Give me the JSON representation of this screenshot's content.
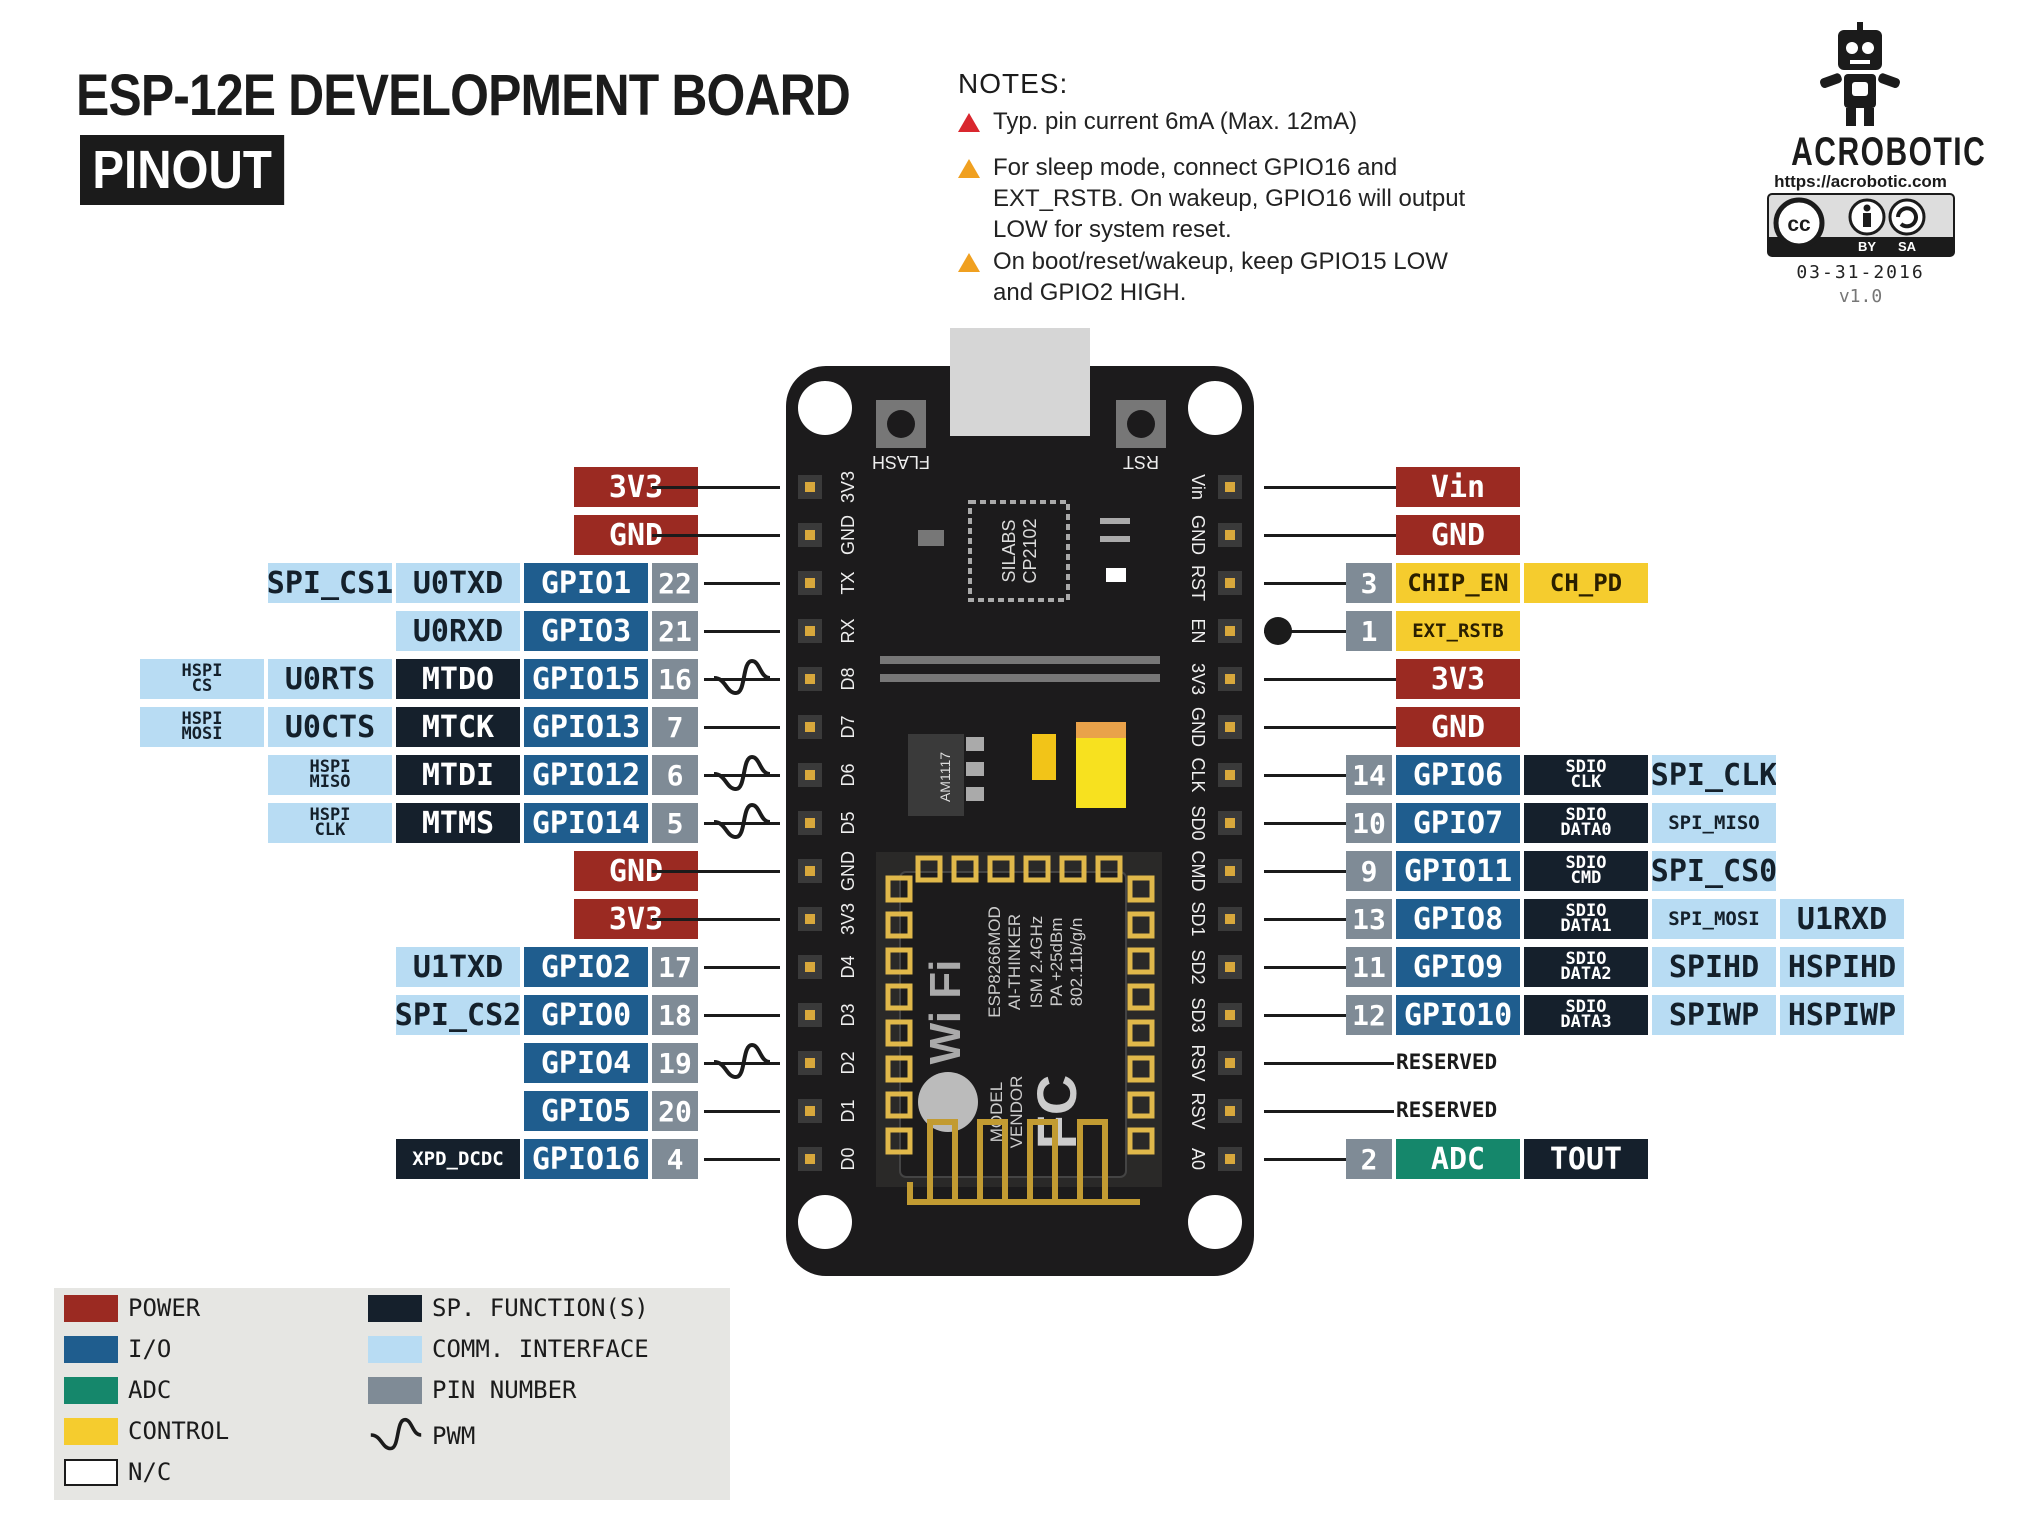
{
  "header": {
    "title": "ESP-12E DEVELOPMENT BOARD",
    "subtitle": "PINOUT"
  },
  "notes": {
    "heading": "NOTES:",
    "items": [
      "Typ. pin current 6mA (Max. 12mA)",
      "For sleep mode, connect GPIO16 and EXT_RSTB. On wakeup, GPIO16 will output LOW for system reset.",
      "On boot/reset/wakeup, keep GPIO15 LOW and GPIO2 HIGH."
    ],
    "colors": [
      "#d9272e",
      "#f0a020",
      "#f0a020"
    ]
  },
  "brand": {
    "name": "ACROBOTIC",
    "url": "https://acrobotic.com",
    "cc": "cc",
    "by": "BY",
    "sa": "SA",
    "date": "03-31-2016",
    "version": "v1.0"
  },
  "board": {
    "buttons": [
      "FLASH",
      "RST"
    ],
    "chip": [
      "SILABS",
      "CP2102"
    ],
    "regulator": "AM1117",
    "module": [
      "MODEL",
      "VENDOR",
      "ESP8266MOD",
      "AI-THINKER",
      "ISM 2.4GHz",
      "PA +25dBm",
      "802.11b/g/n"
    ],
    "wifi": "Wi Fi",
    "fcc": "FC",
    "left_silk": [
      "3V3",
      "GND",
      "TX",
      "RX",
      "D8",
      "D7",
      "D6",
      "D5",
      "GND",
      "3V3",
      "D4",
      "D3",
      "D2",
      "D1",
      "D0"
    ],
    "right_silk": [
      "Vin",
      "GND",
      "RST",
      "EN",
      "3V3",
      "GND",
      "CLK",
      "SD0",
      "CMD",
      "SD1",
      "SD2",
      "SD3",
      "RSV",
      "RSV",
      "A0"
    ]
  },
  "left_rows": [
    {
      "labels": [
        {
          "t": "3V3",
          "c": "power"
        }
      ]
    },
    {
      "labels": [
        {
          "t": "GND",
          "c": "power"
        }
      ]
    },
    {
      "labels": [
        {
          "t": "SPI_CS1",
          "c": "comm"
        },
        {
          "t": "U0TXD",
          "c": "comm"
        },
        {
          "t": "GPIO1",
          "c": "io"
        },
        {
          "t": "22",
          "c": "pin"
        }
      ]
    },
    {
      "labels": [
        {
          "t": "U0RXD",
          "c": "comm"
        },
        {
          "t": "GPIO3",
          "c": "io"
        },
        {
          "t": "21",
          "c": "pin"
        }
      ]
    },
    {
      "pwm": true,
      "labels": [
        {
          "t": "HSPI CS",
          "c": "comm"
        },
        {
          "t": "U0RTS",
          "c": "comm"
        },
        {
          "t": "MTDO",
          "c": "sp"
        },
        {
          "t": "GPIO15",
          "c": "io"
        },
        {
          "t": "16",
          "c": "pin"
        }
      ]
    },
    {
      "labels": [
        {
          "t": "HSPI MOSI",
          "c": "comm"
        },
        {
          "t": "U0CTS",
          "c": "comm"
        },
        {
          "t": "MTCK",
          "c": "sp"
        },
        {
          "t": "GPIO13",
          "c": "io"
        },
        {
          "t": "7",
          "c": "pin"
        }
      ]
    },
    {
      "pwm": true,
      "labels": [
        {
          "t": "HSPI MISO",
          "c": "comm"
        },
        {
          "t": "MTDI",
          "c": "sp"
        },
        {
          "t": "GPIO12",
          "c": "io"
        },
        {
          "t": "6",
          "c": "pin"
        }
      ]
    },
    {
      "pwm": true,
      "labels": [
        {
          "t": "HSPI CLK",
          "c": "comm"
        },
        {
          "t": "MTMS",
          "c": "sp"
        },
        {
          "t": "GPIO14",
          "c": "io"
        },
        {
          "t": "5",
          "c": "pin"
        }
      ]
    },
    {
      "labels": [
        {
          "t": "GND",
          "c": "power"
        }
      ]
    },
    {
      "labels": [
        {
          "t": "3V3",
          "c": "power"
        }
      ]
    },
    {
      "labels": [
        {
          "t": "U1TXD",
          "c": "comm"
        },
        {
          "t": "GPIO2",
          "c": "io"
        },
        {
          "t": "17",
          "c": "pin"
        }
      ]
    },
    {
      "labels": [
        {
          "t": "SPI_CS2",
          "c": "comm"
        },
        {
          "t": "GPIO0",
          "c": "io"
        },
        {
          "t": "18",
          "c": "pin"
        }
      ]
    },
    {
      "pwm": true,
      "labels": [
        {
          "t": "GPIO4",
          "c": "io"
        },
        {
          "t": "19",
          "c": "pin"
        }
      ]
    },
    {
      "labels": [
        {
          "t": "GPIO5",
          "c": "io"
        },
        {
          "t": "20",
          "c": "pin"
        }
      ]
    },
    {
      "labels": [
        {
          "t": "XPD_DCDC",
          "c": "sp"
        },
        {
          "t": "GPIO16",
          "c": "io"
        },
        {
          "t": "4",
          "c": "pin"
        }
      ]
    }
  ],
  "right_rows": [
    {
      "labels": [
        {
          "t": "Vin",
          "c": "power"
        }
      ]
    },
    {
      "labels": [
        {
          "t": "GND",
          "c": "power"
        }
      ]
    },
    {
      "labels": [
        {
          "t": "3",
          "c": "pin"
        },
        {
          "t": "CHIP_EN",
          "c": "ctrl"
        },
        {
          "t": "CH_PD",
          "c": "ctrl"
        }
      ]
    },
    {
      "dot": true,
      "labels": [
        {
          "t": "1",
          "c": "pin"
        },
        {
          "t": "EXT_RSTB",
          "c": "ctrl"
        }
      ]
    },
    {
      "labels": [
        {
          "t": "3V3",
          "c": "power"
        }
      ]
    },
    {
      "labels": [
        {
          "t": "GND",
          "c": "power"
        }
      ]
    },
    {
      "labels": [
        {
          "t": "14",
          "c": "pin"
        },
        {
          "t": "GPIO6",
          "c": "io"
        },
        {
          "t": "SDIO CLK",
          "c": "sp"
        },
        {
          "t": "SPI_CLK",
          "c": "comm"
        }
      ]
    },
    {
      "labels": [
        {
          "t": "10",
          "c": "pin"
        },
        {
          "t": "GPIO7",
          "c": "io"
        },
        {
          "t": "SDIO DATA0",
          "c": "sp"
        },
        {
          "t": "SPI_MISO",
          "c": "comm"
        }
      ]
    },
    {
      "labels": [
        {
          "t": "9",
          "c": "pin"
        },
        {
          "t": "GPIO11",
          "c": "io"
        },
        {
          "t": "SDIO CMD",
          "c": "sp"
        },
        {
          "t": "SPI_CS0",
          "c": "comm"
        }
      ]
    },
    {
      "labels": [
        {
          "t": "13",
          "c": "pin"
        },
        {
          "t": "GPIO8",
          "c": "io"
        },
        {
          "t": "SDIO DATA1",
          "c": "sp"
        },
        {
          "t": "SPI_MOSI",
          "c": "comm"
        },
        {
          "t": "U1RXD",
          "c": "comm"
        }
      ]
    },
    {
      "labels": [
        {
          "t": "11",
          "c": "pin"
        },
        {
          "t": "GPIO9",
          "c": "io"
        },
        {
          "t": "SDIO DATA2",
          "c": "sp"
        },
        {
          "t": "SPIHD",
          "c": "comm"
        },
        {
          "t": "HSPIHD",
          "c": "comm"
        }
      ]
    },
    {
      "labels": [
        {
          "t": "12",
          "c": "pin"
        },
        {
          "t": "GPIO10",
          "c": "io"
        },
        {
          "t": "SDIO DATA3",
          "c": "sp"
        },
        {
          "t": "SPIWP",
          "c": "comm"
        },
        {
          "t": "HSPIWP",
          "c": "comm"
        }
      ]
    },
    {
      "reserved": "RESERVED",
      "labels": []
    },
    {
      "reserved": "RESERVED",
      "labels": []
    },
    {
      "labels": [
        {
          "t": "2",
          "c": "pin"
        },
        {
          "t": "ADC",
          "c": "adc"
        },
        {
          "t": "TOUT",
          "c": "sp"
        }
      ]
    }
  ],
  "legend": [
    {
      "text": "POWER",
      "c": "power"
    },
    {
      "text": "I/O",
      "c": "io"
    },
    {
      "text": "ADC",
      "c": "adc"
    },
    {
      "text": "CONTROL",
      "c": "ctrl"
    },
    {
      "text": "N/C",
      "c": "nc"
    },
    {
      "text": "SP. FUNCTION(S)",
      "c": "sp"
    },
    {
      "text": "COMM. INTERFACE",
      "c": "comm"
    },
    {
      "text": "PIN NUMBER",
      "c": "pin"
    },
    {
      "text": "PWM",
      "c": "pwm"
    }
  ],
  "colors": {
    "power": "#9b2a22",
    "io": "#1f5d8e",
    "adc": "#15876b",
    "ctrl": "#f5cc2e",
    "sp": "#15202c",
    "comm": "#b8dcf3",
    "pin": "#7f8b96",
    "board": "#1c1b1c",
    "header_pin": "#d8a83c"
  }
}
